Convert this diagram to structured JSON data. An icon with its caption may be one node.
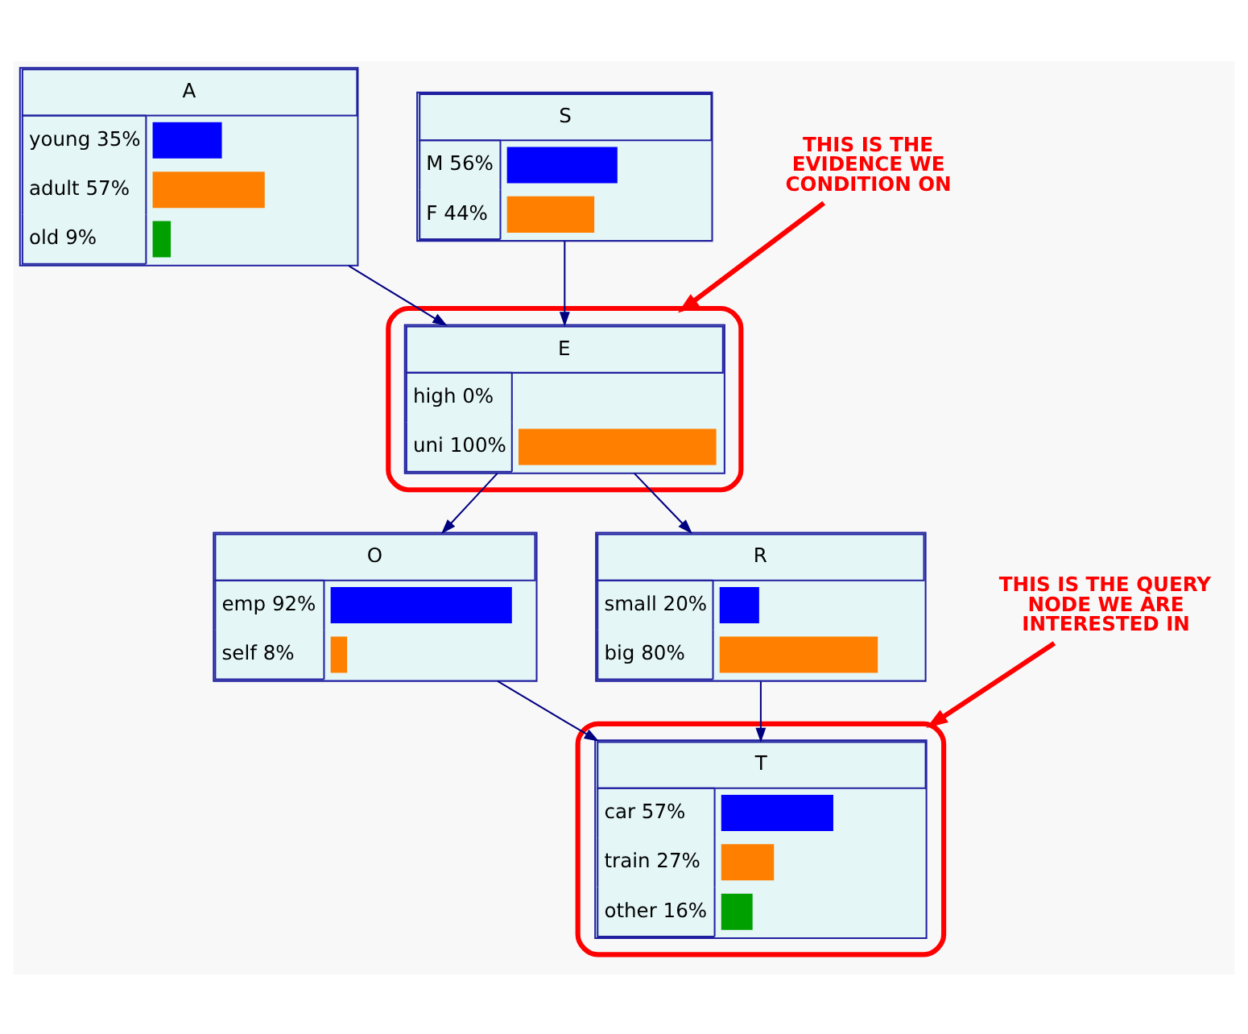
{
  "diagram": {
    "nodes": [
      {
        "text": [
          "A",
          "young",
          "35%",
          "adult",
          "57%",
          "old",
          "9%"
        ]
      },
      {
        "text": [
          "S",
          "M",
          "56%",
          "F",
          "44%"
        ]
      },
      {
        "text": [],
        "shape": "box"
      },
      {
        "text": [
          "E",
          "high",
          "0%",
          "uni",
          "100%"
        ],
        "in": 2
      },
      {
        "text": [
          "THIS IS THE EVIDENCE WE CONDITION ON"
        ]
      },
      {
        "text": [
          "O",
          "emp",
          "92%",
          "self",
          "8%"
        ]
      },
      {
        "text": [
          "R",
          "small",
          "20%",
          "big",
          "80%"
        ]
      },
      {
        "text": [],
        "shape": "box"
      },
      {
        "text": [
          "T",
          "car",
          "57%",
          "train",
          "27%",
          "other",
          "16%"
        ],
        "in": 7
      },
      {
        "text": [
          "THIS IS THE QUERY NODE WE ARE INTERESTED IN"
        ]
      }
    ],
    "edges": [
      {
        "from": 0,
        "to": 3,
        "arrow": "to"
      },
      {
        "from": 1,
        "to": 3,
        "arrow": "to"
      },
      {
        "from": 4,
        "to": 2,
        "arrow": "to",
        "style": "thick",
        "color": "#ff0000"
      },
      {
        "from": 3,
        "to": 5,
        "arrow": "to"
      },
      {
        "from": 3,
        "to": 6,
        "arrow": "to"
      },
      {
        "from": 5,
        "to": 8,
        "arrow": "to"
      },
      {
        "from": 6,
        "to": 8,
        "arrow": "to"
      },
      {
        "from": 9,
        "to": 7,
        "arrow": "to",
        "style": "thick",
        "color": "#ff0000"
      }
    ]
  }
}
